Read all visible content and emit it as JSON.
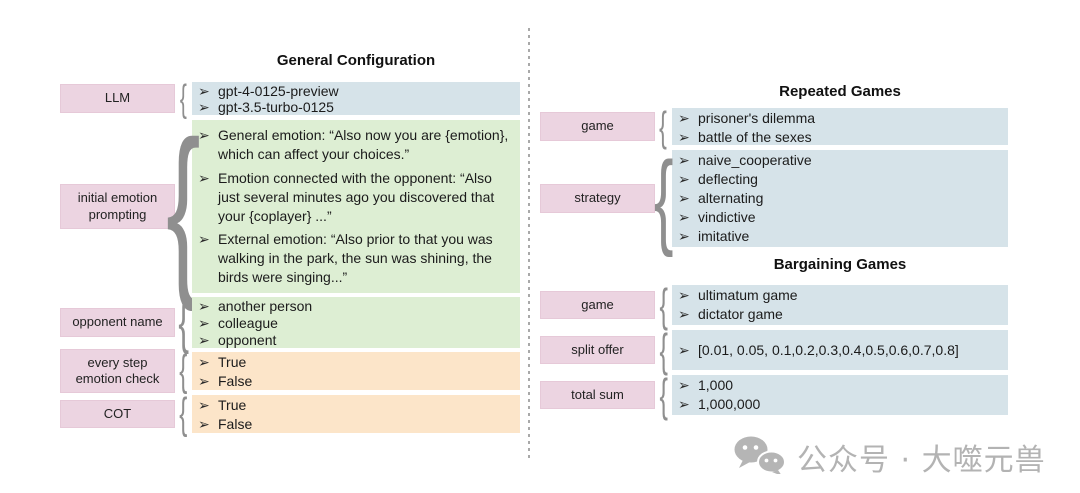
{
  "icons": {
    "bullet": "➢",
    "brace": "{",
    "wechat": "wechat-icon"
  },
  "colors": {
    "label_pink": "#ecd4e1",
    "box_blue": "#d6e3e9",
    "box_green": "#ddeed3",
    "box_orange": "#fce5c9",
    "divider_gray": "#a9a9a9",
    "watermark_gray": "#b3b3b3",
    "text": "#1b1b1b"
  },
  "left": {
    "title": "General Configuration",
    "rows": [
      {
        "label": "LLM",
        "color": "blue",
        "items": [
          "gpt-4-0125-preview",
          "gpt-3.5-turbo-0125"
        ]
      },
      {
        "label": "initial emotion prompting",
        "color": "green",
        "items": [
          "General emotion: “Also now you are {emotion}, which can affect your choices.”",
          "Emotion connected with the opponent: “Also just several minutes ago you discovered that your {coplayer} ...”",
          "External emotion: “Also prior to that you was walking in the park, the sun was shining, the birds were singing...”"
        ]
      },
      {
        "label": "opponent name",
        "color": "green",
        "items": [
          "another person",
          "colleague",
          "opponent"
        ]
      },
      {
        "label": "every step emotion check",
        "color": "orange",
        "items": [
          "True",
          "False"
        ]
      },
      {
        "label": "COT",
        "color": "orange",
        "items": [
          "True",
          "False"
        ]
      }
    ]
  },
  "right": {
    "sections": [
      {
        "title": "Repeated Games",
        "rows": [
          {
            "label": "game",
            "color": "blue",
            "items": [
              "prisoner's dilemma",
              "battle of the sexes"
            ]
          },
          {
            "label": "strategy",
            "color": "blue",
            "items": [
              "naive_cooperative",
              "deflecting",
              "alternating",
              "vindictive",
              "imitative"
            ]
          }
        ]
      },
      {
        "title": "Bargaining Games",
        "rows": [
          {
            "label": "game",
            "color": "blue",
            "items": [
              "ultimatum game",
              "dictator game"
            ]
          },
          {
            "label": "split offer",
            "color": "blue",
            "items": [
              "[0.01, 0.05, 0.1,0.2,0.3,0.4,0.5,0.6,0.7,0.8]"
            ]
          },
          {
            "label": "total sum",
            "color": "blue",
            "items": [
              "1,000",
              "1,000,000"
            ]
          }
        ]
      }
    ]
  },
  "watermark": {
    "text": "公众号 · 大噬元兽"
  }
}
